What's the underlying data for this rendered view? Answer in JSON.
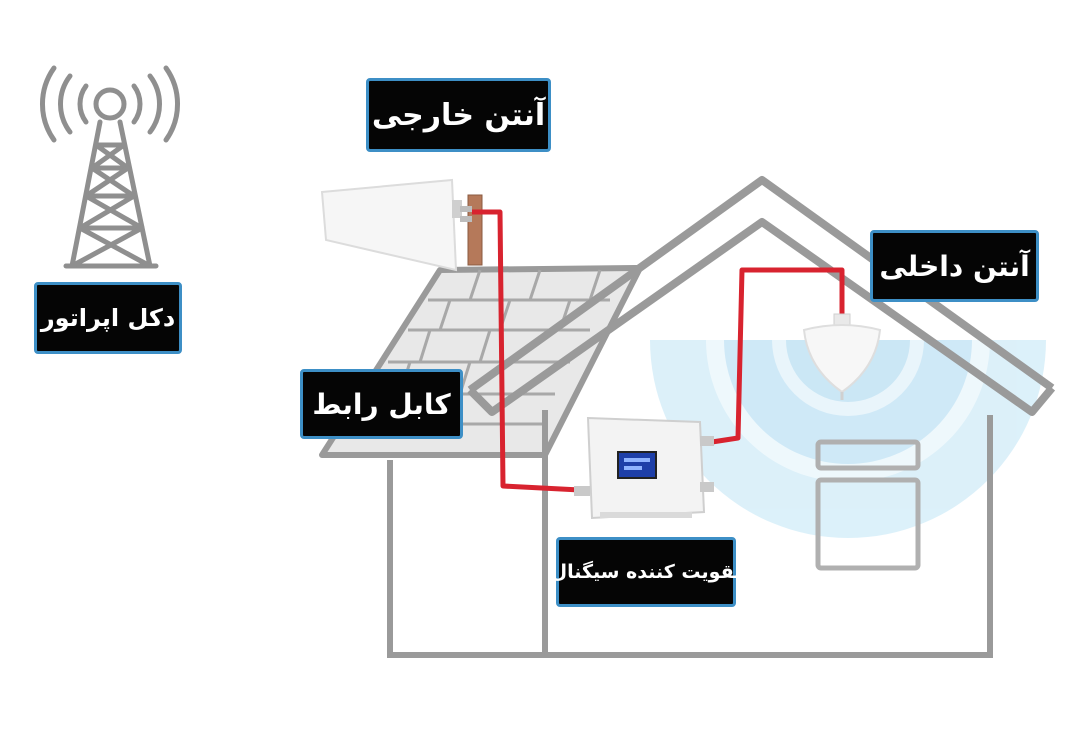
{
  "labels": {
    "outdoor_antenna": "آنتن خارجی",
    "indoor_antenna": "آنتن داخلی",
    "operator_tower": "دکل اپراتور",
    "connecting_cable": "کابل رابط",
    "signal_booster": "تقویت کننده سیگنال"
  },
  "colors": {
    "label_background": "#050505",
    "label_border": "#3d8fc6",
    "label_text": "#ffffff",
    "cable": "#d8232f",
    "house_outline": "#9a9a9a",
    "signal_waves": "#bfe3f5"
  },
  "icons": {
    "tower": "cell-tower-icon",
    "outdoor_antenna": "panel-antenna-icon",
    "indoor_antenna": "ceiling-antenna-icon",
    "booster": "signal-booster-device-icon"
  }
}
